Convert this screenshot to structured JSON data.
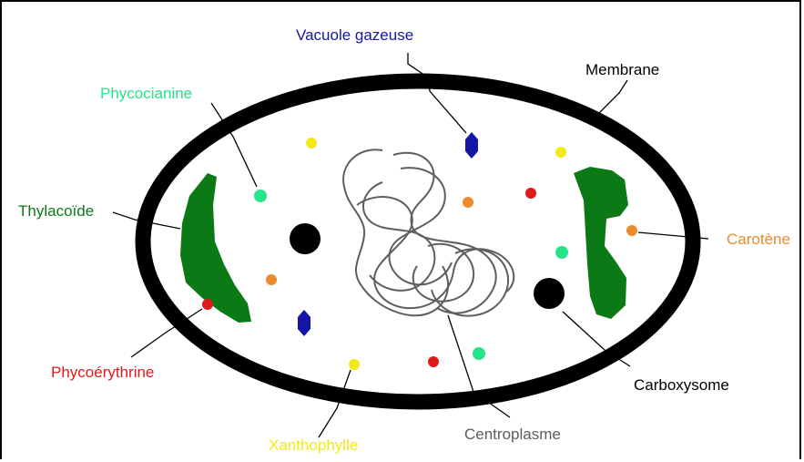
{
  "colors": {
    "membrane": "#000000",
    "thylakoid": "#0b7a16",
    "vacuole": "#1515a8",
    "phycocyanin": "#27e38a",
    "phycoerythrin": "#e01a1a",
    "xanthophyll": "#f2ea17",
    "carotene": "#ec8a2d",
    "carboxysome": "#000000",
    "centroplasm": "#5e5e5e"
  },
  "labels": {
    "vacuole": "Vacuole gazeuse",
    "membrane": "Membrane",
    "phycocyanin": "Phycocianine",
    "thylakoid": "Thylacoïde",
    "carotene": "Carotène",
    "phycoerythrin": "Phycoérythrine",
    "carboxysome": "Carboxysome",
    "xanthophyll": "Xanthophylle",
    "centroplasm": "Centroplasme"
  }
}
